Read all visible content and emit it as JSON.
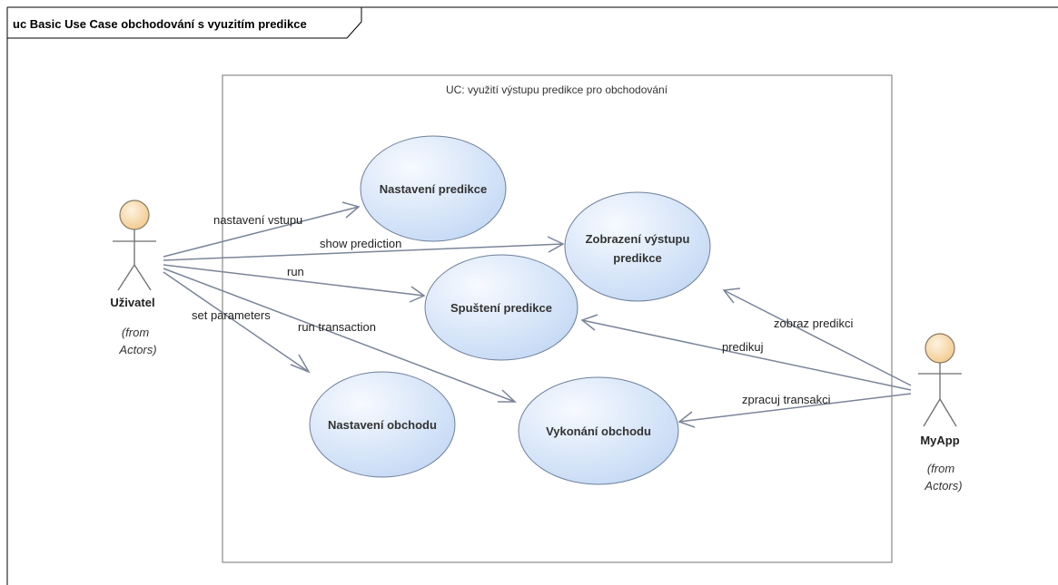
{
  "frame": {
    "title": "uc Basic Use Case obchodování s vyuzitím predikce"
  },
  "boundary": {
    "title": "UC: využití výstupu predikce pro obchodování"
  },
  "actors": {
    "user": {
      "name": "Uživatel",
      "from_line1": "(from",
      "from_line2": "Actors)"
    },
    "app": {
      "name": "MyApp",
      "from_line1": "(from",
      "from_line2": "Actors)"
    }
  },
  "usecases": {
    "nastaveni_predikce": {
      "lines": [
        "Nastavení predikce"
      ]
    },
    "zobrazeni_vystupu": {
      "lines": [
        "Zobrazení výstupu",
        "predikce"
      ]
    },
    "spusteni_predikce": {
      "lines": [
        "Spuštení predikce"
      ]
    },
    "nastaveni_obchodu": {
      "lines": [
        "Nastavení obchodu"
      ]
    },
    "vykonani_obchodu": {
      "lines": [
        "Vykonání obchodu"
      ]
    }
  },
  "associations": {
    "nastaveni_vstupu": "nastavení vstupu",
    "show_prediction": "show prediction",
    "run": "run",
    "set_parameters": "set parameters",
    "run_transaction": "run transaction",
    "zobraz_predikci": "zobraz predikci",
    "predikuj": "predikuj",
    "zpracuj_transakci": "zpracuj transakci"
  },
  "colors": {
    "usecase_fill_light": "#f4f8ff",
    "usecase_fill_dark": "#c9dcf5",
    "actor_head_light": "#fdf3e0",
    "actor_head_dark": "#f4cf96",
    "association": "#7a8599"
  }
}
